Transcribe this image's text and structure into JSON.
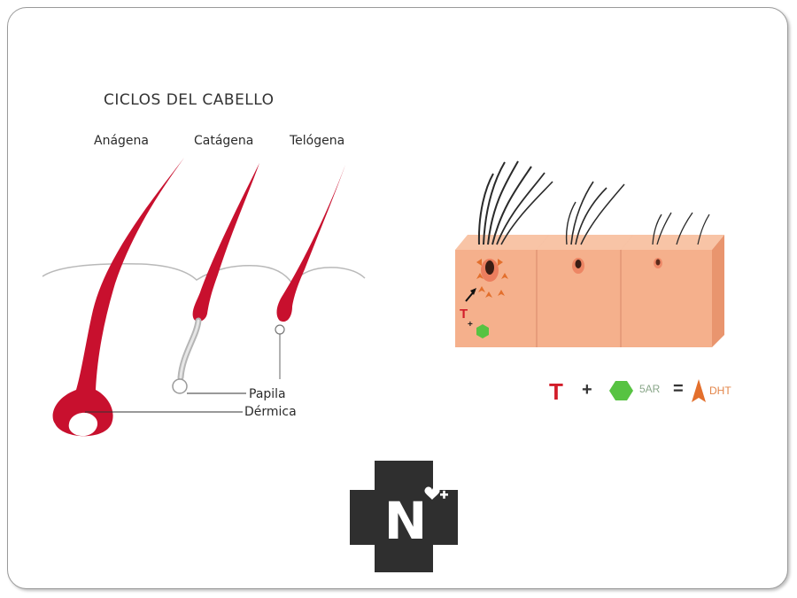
{
  "diagram": {
    "title": "CICLOS DEL CABELLO",
    "phases": [
      "Anágena",
      "Catágena",
      "Telógena"
    ],
    "label_line1": "Papila",
    "label_line2": "Dérmica"
  },
  "formula": {
    "t_symbol": "T",
    "plus": "+",
    "enzyme": "5AR",
    "equals": "=",
    "product": "DHT"
  },
  "skin_block": {
    "t_symbol": "T",
    "plus": "+"
  },
  "logo": {
    "letter": "N"
  },
  "colors": {
    "hair_red": "#c8102e",
    "skin": "#f5b08c",
    "enzyme_green": "#57c342",
    "dht_orange": "#e36f2c",
    "logo_dark": "#2f2f2f"
  }
}
